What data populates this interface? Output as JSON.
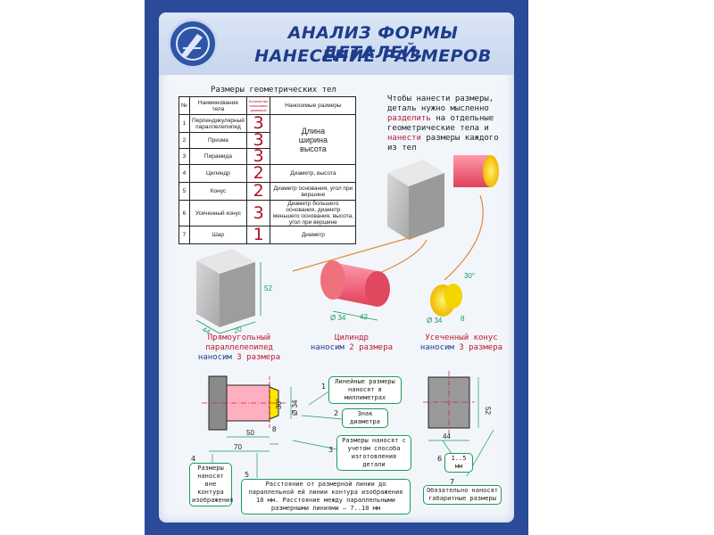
{
  "header": {
    "title_line1": "АНАЛИЗ ФОРМЫ ДЕТАЛЕЙ.",
    "title_line2": "НАНЕСЕНИЕ РАЗМЕРОВ"
  },
  "table": {
    "caption": "Размеры геометрических тел",
    "headers": {
      "num": "№",
      "name": "Наименование тела",
      "count": "Количество наносимых размеров",
      "dims": "Наносимые размеры"
    },
    "rows": [
      {
        "num": "1",
        "name": "Перпендикулярный параллелепипед",
        "count": "3"
      },
      {
        "num": "2",
        "name": "Призма",
        "count": "3"
      },
      {
        "num": "3",
        "name": "Пирамида",
        "count": "3"
      },
      {
        "num": "4",
        "name": "Цилиндр",
        "count": "2",
        "dims": "Диаметр, высота"
      },
      {
        "num": "5",
        "name": "Конус",
        "count": "2",
        "dims": "Диаметр основания, угол при вершине"
      },
      {
        "num": "6",
        "name": "Усеченный конус",
        "count": "3",
        "dims": "Диаметр большего основания, диаметр меньшего основания, высота, угол при вершине"
      },
      {
        "num": "7",
        "name": "Шар",
        "count": "1",
        "dims": "Диаметр"
      }
    ],
    "merged_dims_line1": "Длина",
    "merged_dims_line2": "ширина",
    "merged_dims_line3": "высота"
  },
  "intro": {
    "l1": "Чтобы нанести размеры,",
    "l2": "деталь нужно мысленно",
    "l3a": "разделить",
    "l3b": " на отдельные",
    "l4": "геометрические тела и",
    "l5a": "нанести",
    "l5b": " размеры каждого",
    "l6": "из тел"
  },
  "iso_dims": {
    "box_w": "44",
    "box_d": "20",
    "box_h": "52",
    "cyl_d": "Ø 34",
    "cyl_l": "42",
    "cone_d": "Ø 34",
    "cone_l": "8",
    "cone_a": "30°"
  },
  "captions": {
    "box_l1": "Прямоугольный",
    "box_l2": "параллелепипед",
    "box_l3a": "наносим ",
    "box_l3b": "3 размера",
    "cyl_l1": "Цилиндр",
    "cyl_l2a": "наносим ",
    "cyl_l2b": "2 размера",
    "cone_l1": "Усеченный конус",
    "cone_l2a": "наносим ",
    "cone_l2b": "3 размера"
  },
  "drawing_dims": {
    "d70": "70",
    "d50": "50",
    "d8": "8",
    "d30": "30°",
    "d34": "Ø 34",
    "side_w": "44",
    "side_h": "52"
  },
  "callouts": {
    "c1_num": "1",
    "c1": "Линейные размеры наносят в миллиметрах",
    "c2_num": "2",
    "c2": "Знак диаметра",
    "c3_num": "3",
    "c3": "Размеры наносят с учетом способа изготовления детали",
    "c4_num": "4",
    "c4": "Размеры наносят вне контура изображения",
    "c5_num": "5",
    "c5": "Расстояние от размерной линии до параллельной ей линии контура изображения 10 мм. Расстояние между параллельными размерными линиями — 7..10 мм",
    "c6_num": "6",
    "c6": "1..5 мм",
    "c7_num": "7",
    "c7": "Обязательно наносят габаритные размеры"
  }
}
